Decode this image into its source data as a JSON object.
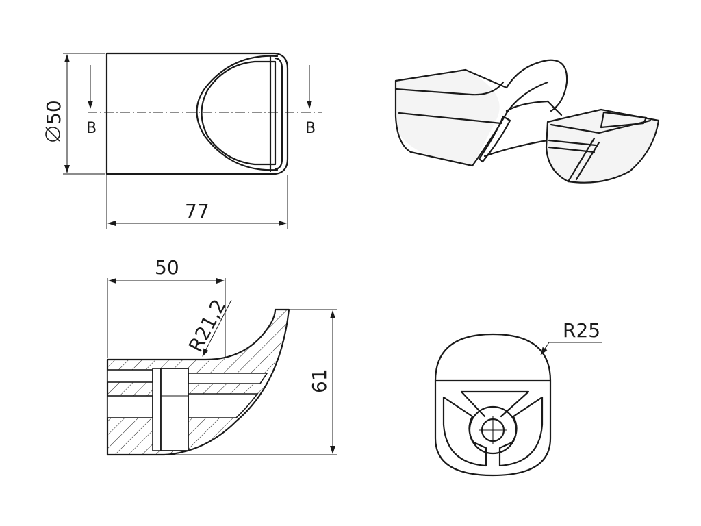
{
  "dimensions": {
    "diameter": "50",
    "length_top": "77",
    "width_section": "50",
    "radius_small": "R21,2",
    "height_section": "61",
    "radius_end": "R25"
  },
  "section_marks": {
    "left": "B",
    "right": "B"
  },
  "symbols": {
    "diameter": "diameter-symbol"
  }
}
